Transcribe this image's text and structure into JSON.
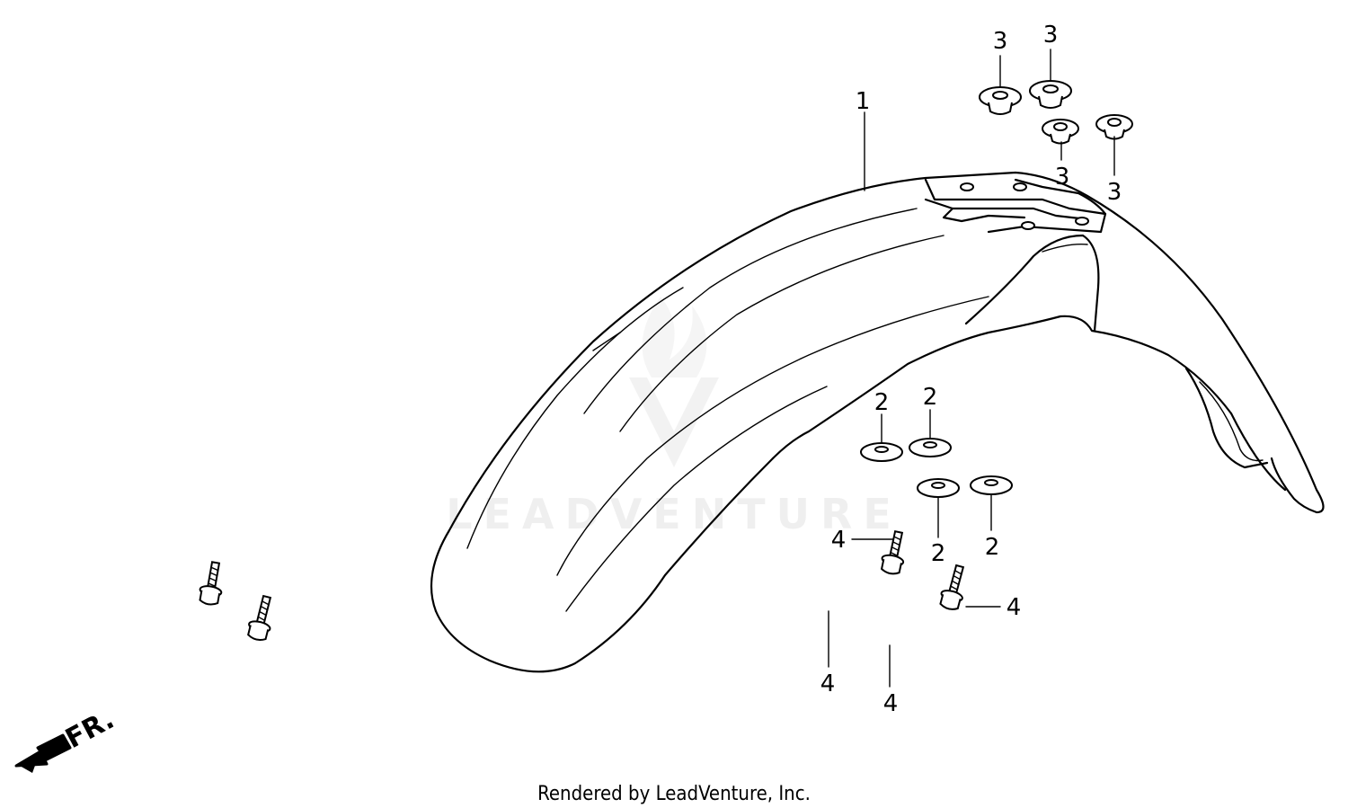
{
  "watermark": {
    "text": "LEADVENTURE"
  },
  "direction_indicator": {
    "label": "FR."
  },
  "footer": {
    "text": "Rendered by LeadVenture, Inc."
  },
  "callouts": {
    "fender": "1",
    "washers": [
      "2",
      "2",
      "2",
      "2"
    ],
    "grommets": [
      "3",
      "3",
      "3",
      "3"
    ],
    "bolts": [
      "4",
      "4",
      "4",
      "4"
    ]
  }
}
